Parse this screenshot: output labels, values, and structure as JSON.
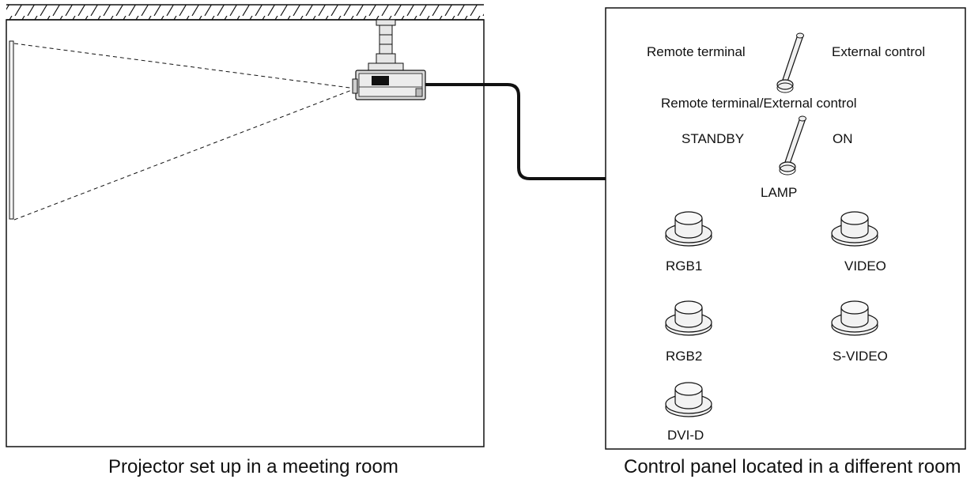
{
  "meeting_room": {
    "caption": "Projector set up in a meeting room"
  },
  "control_room": {
    "caption": "Control panel located in a different room",
    "switches": [
      {
        "left_label": "Remote terminal",
        "right_label": "External control",
        "name": "Remote terminal/External control"
      },
      {
        "left_label": "STANDBY",
        "right_label": "ON",
        "name": "LAMP"
      }
    ],
    "buttons": [
      {
        "label": "RGB1"
      },
      {
        "label": "VIDEO"
      },
      {
        "label": "RGB2"
      },
      {
        "label": "S-VIDEO"
      },
      {
        "label": "DVI-D"
      }
    ]
  }
}
